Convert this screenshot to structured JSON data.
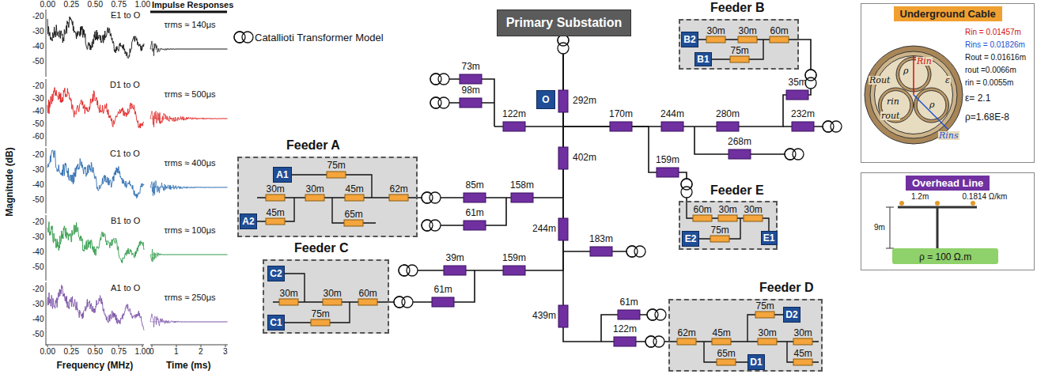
{
  "diagram": {
    "nodes": [
      {
        "text": [
          "Primary Substation"
        ]
      },
      {
        "text": [
          "O"
        ]
      },
      {
        "text": [
          "Feeder B"
        ]
      },
      {
        "text": [
          "B2"
        ],
        "in": 2
      },
      {
        "text": [
          "B1"
        ],
        "in": 2
      },
      {
        "text": [
          "Feeder A"
        ]
      },
      {
        "text": [
          "A1"
        ],
        "in": 5
      },
      {
        "text": [
          "A2"
        ],
        "in": 5
      },
      {
        "text": [
          "Feeder E"
        ]
      },
      {
        "text": [
          "E2"
        ],
        "in": 8
      },
      {
        "text": [
          "E1"
        ],
        "in": 8
      },
      {
        "text": [
          "Feeder C"
        ]
      },
      {
        "text": [
          "C2"
        ],
        "in": 11
      },
      {
        "text": [
          "C1"
        ],
        "in": 11
      },
      {
        "text": [
          "Feeder D"
        ]
      },
      {
        "text": [
          "D2"
        ],
        "in": 14
      },
      {
        "text": [
          "D1"
        ],
        "in": 14
      },
      {
        "text": [
          "Underground Cable"
        ]
      },
      {
        "text": [
          "Overhead Line"
        ]
      }
    ],
    "edges": [
      {
        "from": 0,
        "to": 2,
        "arrow": "none"
      },
      {
        "from": 0,
        "to": 5,
        "arrow": "none"
      },
      {
        "from": 0,
        "to": 8,
        "arrow": "none"
      },
      {
        "from": 0,
        "to": 11,
        "arrow": "none"
      },
      {
        "from": 0,
        "to": 14,
        "arrow": "none"
      }
    ],
    "labels": [
      "0.00",
      "0.25",
      "0.50",
      "0.75",
      "1.00",
      "E1 to O",
      "-20",
      "-30",
      "-40",
      "-50",
      "D1 to O",
      "-20",
      "-30",
      "-40",
      "-50",
      "-60",
      "C1 to O",
      "-20",
      "-30",
      "-40",
      "-50",
      "B1 to O",
      "-20",
      "-30",
      "-40",
      "-50",
      "A1 to O",
      "-20",
      "-30",
      "-40",
      "-50",
      "0.00",
      "0.25",
      "0.50",
      "0.75",
      "1.00",
      "Frequency (MHz)",
      "Magnitude (dB)",
      "Impulse Responses",
      "τrms ≈ 140μs",
      "τrms ≈ 500μs",
      "τrms ≈ 400μs",
      "τrms ≈ 100μs",
      "τrms ≈ 250μs",
      "0",
      "1",
      "2",
      "3",
      "Time (ms)",
      "73m",
      "98m",
      "122m",
      "292m",
      "170m",
      "244m",
      "280m",
      "232m",
      "35m",
      "159m",
      "268m",
      "402m",
      "85m",
      "158m",
      "61m",
      "244m",
      "183m",
      "39m",
      "159m",
      "61m",
      "439m",
      "61m",
      "122m",
      "75m",
      "30m",
      "30m",
      "45m",
      "62m",
      "45m",
      "65m",
      "30m",
      "30m",
      "60m",
      "75m",
      "30m",
      "30m",
      "60m",
      "75m",
      "75m",
      "62m",
      "45m",
      "30m",
      "30m",
      "65m",
      "45m",
      "60m",
      "30m",
      "30m",
      "75m",
      "Rin = 0.01457m",
      "Rins = 0.01826m",
      "Rout = 0.01616m",
      "rout =0.0066m",
      "rin = 0.0055m",
      "ε= 2.1",
      "ρ=1.68E-8",
      "Rin",
      "Rins",
      "Rout",
      "rout",
      "rin",
      "ρ",
      "ρ",
      "ε",
      "1.2m",
      "0.1814 Ω/km",
      "9m",
      "ρ = 100 Ω.m"
    ],
    "legend": [
      {
        "text": "Catallioti Transformer Model"
      }
    ]
  }
}
